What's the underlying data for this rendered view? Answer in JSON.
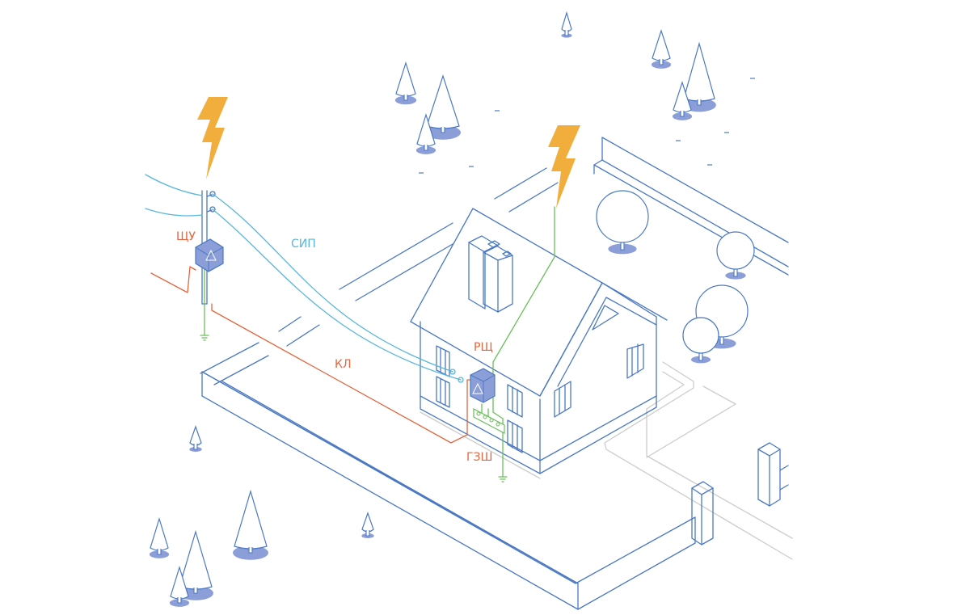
{
  "labels": {
    "shu": "ЩУ",
    "sip": "СИП",
    "kl": "КЛ",
    "rsh": "РЩ",
    "gzsh": "ГЗШ"
  },
  "colors": {
    "outline": "#4a78c2",
    "cable_sip": "#5ab6dc",
    "cable_kl": "#e2663f",
    "ground": "#6abf5a",
    "lightning": "#f2ae3c",
    "box_fill": "#8c9ed8",
    "shadow": "#8c9ed8",
    "path_grey": "#cccccc",
    "label_orange": "#e2663f",
    "label_blue": "#5ab6dc"
  },
  "icons": [
    "lightning-icon",
    "warning-icon",
    "ground-icon",
    "tree-icon"
  ]
}
